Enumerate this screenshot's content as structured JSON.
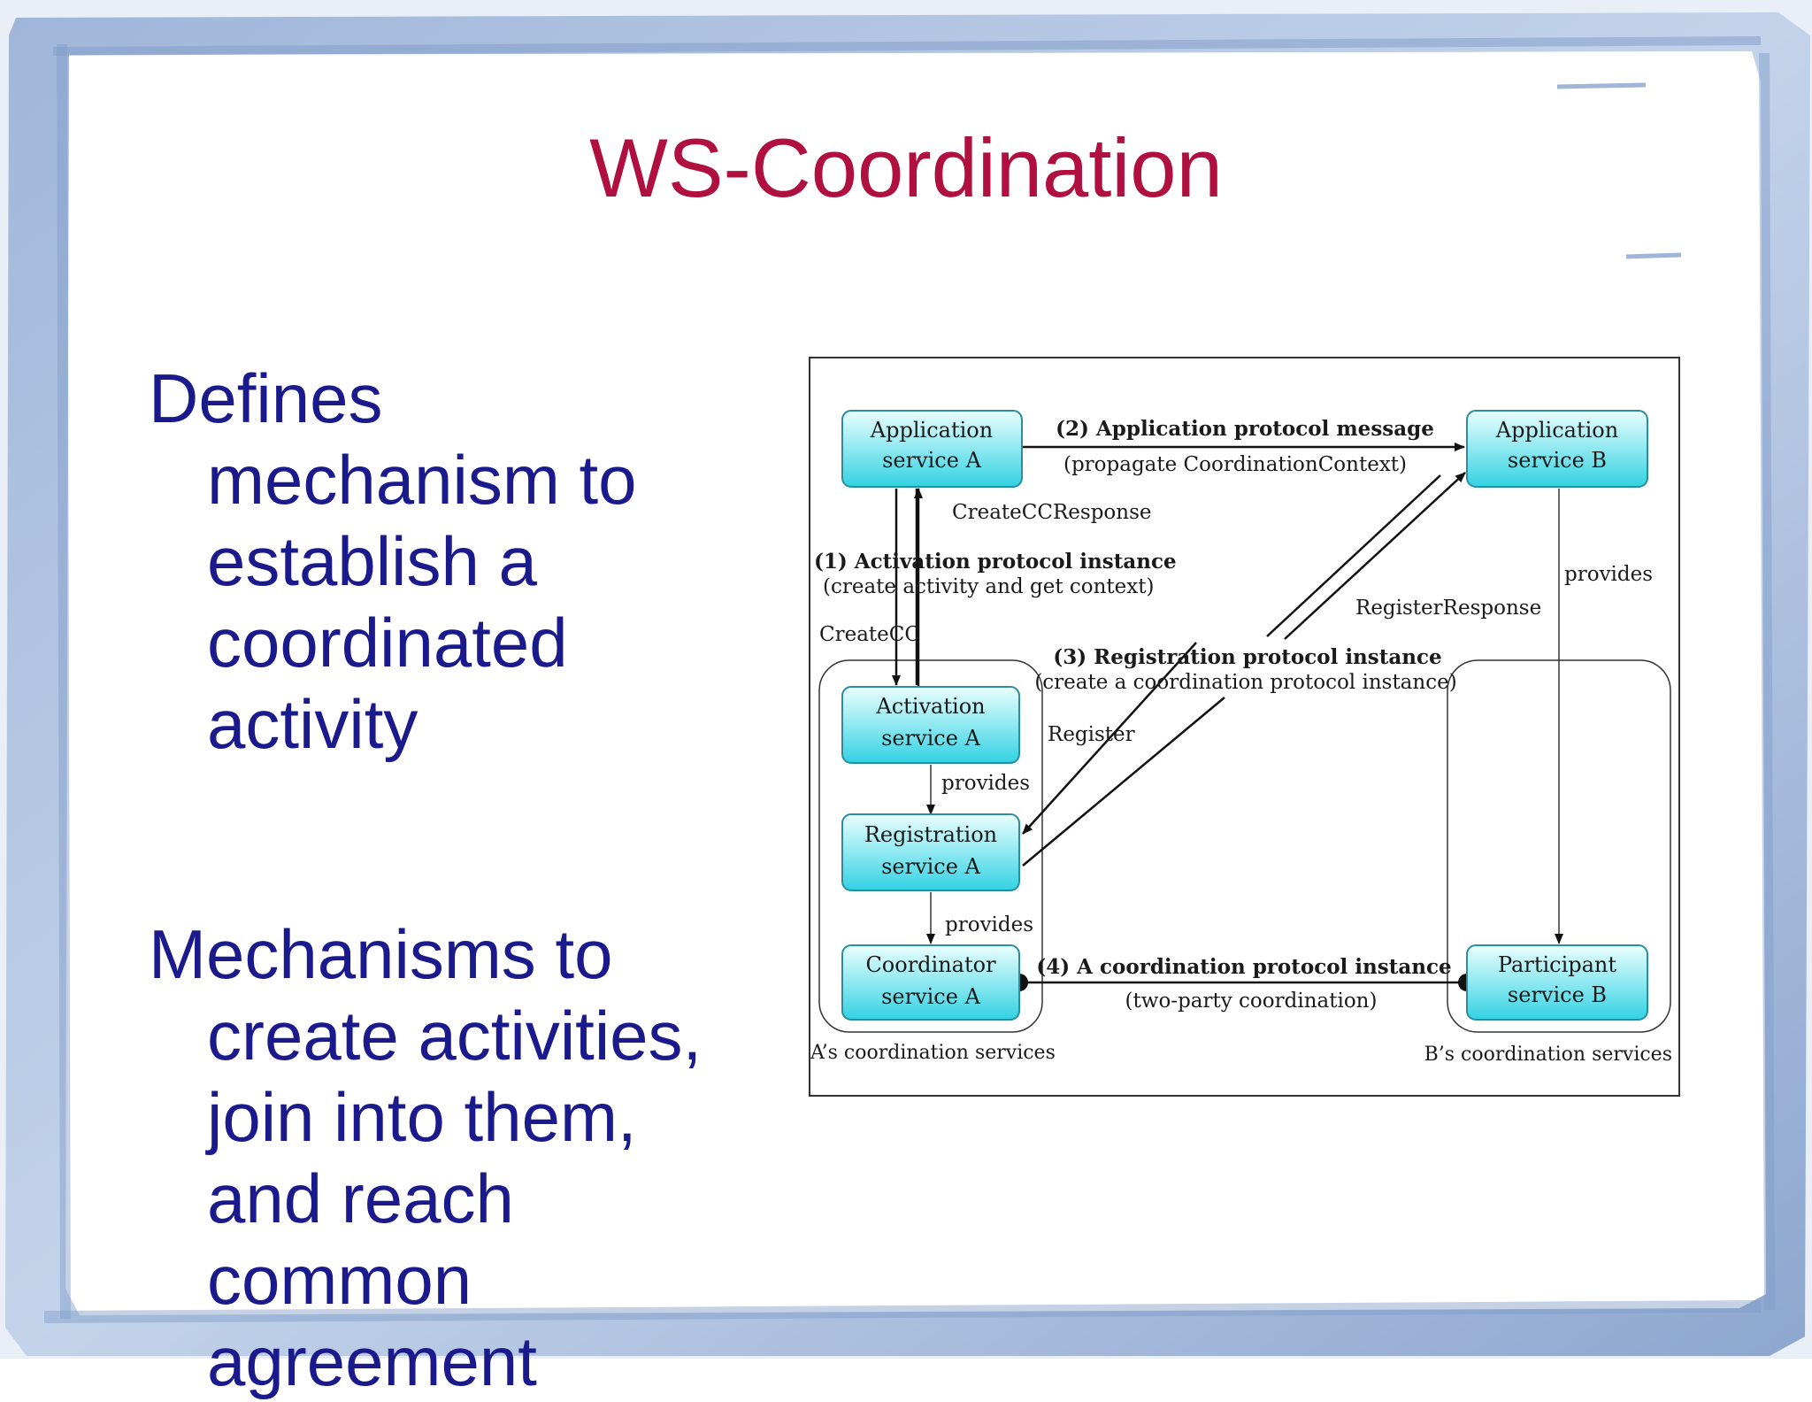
{
  "slide": {
    "title": "WS-Coordination",
    "bullets": [
      {
        "lines": [
          "Defines",
          "mechanism to",
          "establish a",
          "coordinated",
          "activity"
        ]
      },
      {
        "lines": [
          "Mechanisms to",
          "create activities,",
          "join into them,",
          "and reach",
          "common",
          "agreement"
        ]
      }
    ]
  },
  "diagram": {
    "boxes": {
      "app_a": [
        "Application",
        "service A"
      ],
      "app_b": [
        "Application",
        "service B"
      ],
      "activation_a": [
        "Activation",
        "service A"
      ],
      "registration_a": [
        "Registration",
        "service A"
      ],
      "coordinator_a": [
        "Coordinator",
        "service A"
      ],
      "participant_b": [
        "Participant",
        "service B"
      ]
    },
    "groups": {
      "a": "A’s coordination services",
      "b": "B’s coordination services"
    },
    "labels": {
      "app_msg_title": "(2) Application protocol message",
      "app_msg_sub": "(propagate CoordinationContext)",
      "create_cc_response": "CreateCCResponse",
      "activation_title": "(1) Activation protocol instance",
      "activation_sub": "(create activity and get context)",
      "create_cc": "CreateCC",
      "provides_b": "provides",
      "register_response": "RegisterResponse",
      "registration_title": "(3) Registration protocol instance",
      "registration_sub": "(create a coordination protocol instance)",
      "register": "Register",
      "provides_1": "provides",
      "provides_2": "provides",
      "coordination_title": "(4) A coordination protocol instance",
      "coordination_sub": "(two-party coordination)"
    },
    "colors": {
      "box_fill_top": "#e8ffff",
      "box_fill_bottom": "#3ad4e6",
      "title": "#b0103f",
      "bullet_text": "#1a1a8c"
    }
  }
}
